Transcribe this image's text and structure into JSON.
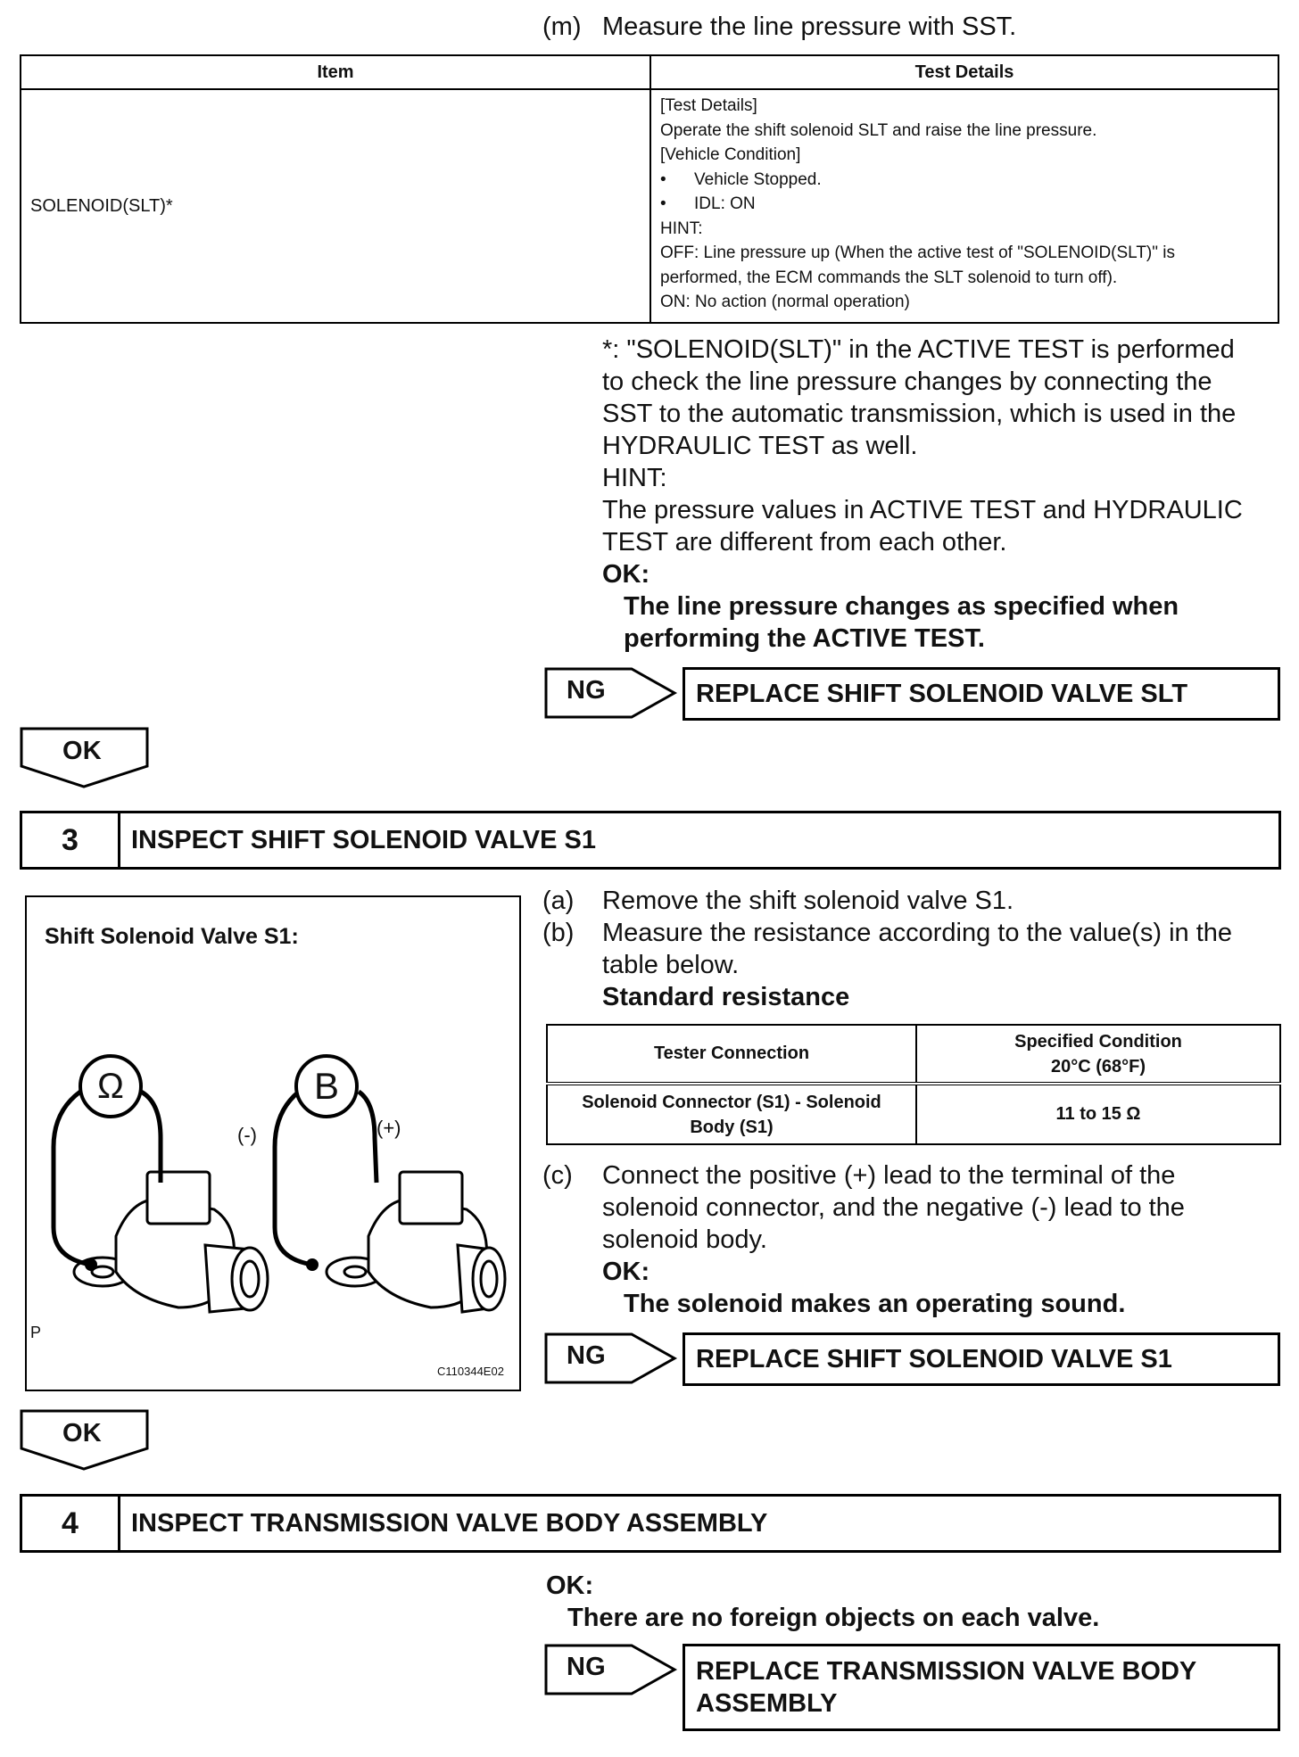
{
  "line_pressure": {
    "instruction_label": "(m)",
    "instruction_text": "Measure the line pressure with SST.",
    "table": {
      "headers": [
        "Item",
        "Test Details"
      ],
      "item": "SOLENOID(SLT)*",
      "details": [
        "[Test Details]",
        "Operate the shift solenoid SLT and raise the line pressure.",
        "[Vehicle Condition]",
        "Vehicle Stopped.",
        "IDL: ON",
        "HINT:",
        "OFF: Line pressure up (When the active test of \"SOLENOID(SLT)\" is",
        "performed, the ECM commands the SLT solenoid to turn off).",
        "ON: No action (normal operation)"
      ],
      "bullet": "•"
    },
    "note": [
      "*: \"SOLENOID(SLT)\" in the ACTIVE TEST is performed",
      "to check the line pressure changes by connecting the",
      "SST to the automatic transmission, which is used in the",
      "HYDRAULIC TEST  as well."
    ],
    "hint_label": "HINT:",
    "hint_text": [
      "The pressure values in ACTIVE TEST and HYDRAULIC",
      "TEST are different from each other."
    ],
    "ok_label": "OK:",
    "ok_text": [
      "The line pressure changes as specified when",
      "performing the ACTIVE TEST."
    ],
    "ng_label": "NG",
    "ng_result": "REPLACE SHIFT SOLENOID VALVE SLT",
    "ok_arrow": "OK"
  },
  "step3": {
    "number": "3",
    "title": "INSPECT SHIFT SOLENOID VALVE S1",
    "figure": {
      "title": "Shift Solenoid Valve S1:",
      "ohm_symbol": "Ω",
      "battery_symbol": "B",
      "minus": "(-)",
      "plus": "(+)",
      "corner_letter": "P",
      "code": "C110344E02"
    },
    "steps": [
      {
        "label": "(a)",
        "lines": [
          "Remove the shift solenoid valve S1."
        ]
      },
      {
        "label": "(b)",
        "lines": [
          "Measure the resistance according to the value(s) in the",
          "table below."
        ]
      }
    ],
    "standard_label": "Standard resistance",
    "res_table": {
      "header_connection": "Tester Connection",
      "header_condition_1": "Specified Condition",
      "header_condition_2": "20°C (68°F)",
      "row_connection_1": "Solenoid Connector (S1) - Solenoid",
      "row_connection_2": "Body (S1)",
      "row_condition": "11 to 15 Ω"
    },
    "step_c": {
      "label": "(c)",
      "lines": [
        "Connect the positive (+) lead to the terminal of the",
        "solenoid connector, and the negative (-) lead to the",
        "solenoid body."
      ]
    },
    "ok_label": "OK:",
    "ok_text": "The solenoid makes an operating sound.",
    "ng_label": "NG",
    "ng_result": "REPLACE SHIFT SOLENOID VALVE S1",
    "ok_arrow": "OK"
  },
  "step4": {
    "number": "4",
    "title": "INSPECT TRANSMISSION VALVE BODY ASSEMBLY",
    "ok_label": "OK:",
    "ok_text": "There are no foreign objects on each valve.",
    "ng_label": "NG",
    "ng_result": [
      "REPLACE TRANSMISSION VALVE BODY",
      "ASSEMBLY"
    ]
  }
}
